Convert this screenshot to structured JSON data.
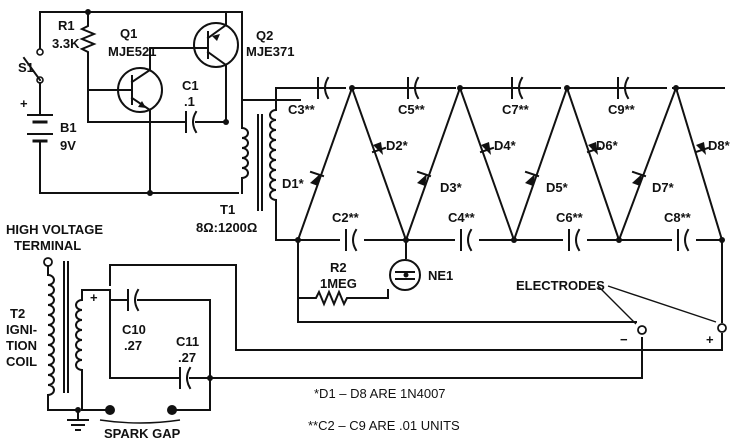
{
  "labels": {
    "r1": "R1",
    "r1_value": "3.3K",
    "s1": "S1",
    "b1": "B1",
    "b1_value": "9V",
    "plus": "+",
    "q1": "Q1",
    "q1_part": "MJE521",
    "q2": "Q2",
    "q2_part": "MJE371",
    "c1": "C1",
    "c1_value": ".1",
    "t1": "T1",
    "t1_ratio": "8Ω:1200Ω",
    "c3": "C3**",
    "c5": "C5**",
    "c7": "C7**",
    "c9": "C9**",
    "d1": "D1*",
    "d2": "D2*",
    "d3": "D3*",
    "d4": "D4*",
    "d5": "D5*",
    "d6": "D6*",
    "d7": "D7*",
    "d8": "D8*",
    "c2": "C2**",
    "c4": "C4**",
    "c6": "C6**",
    "c8": "C8**",
    "r2": "R2",
    "r2_value": "1MEG",
    "ne1": "NE1",
    "hv_terminal_line1": "HIGH VOLTAGE",
    "hv_terminal_line2": "TERMINAL",
    "t2_line1": "T2",
    "t2_line2": "IGNI-",
    "t2_line3": "TION",
    "t2_line4": "COIL",
    "c10": "C10",
    "c10_value": ".27",
    "c11": "C11",
    "c11_value": ".27",
    "t2_plus": "+",
    "electrodes": "ELECTRODES",
    "minus_terminal": "−",
    "plus_terminal": "+",
    "spark_gap": "SPARK GAP",
    "note_diodes": "*D1 – D8 ARE 1N4007",
    "note_caps": "**C2 – C9 ARE .01 UNITS"
  }
}
